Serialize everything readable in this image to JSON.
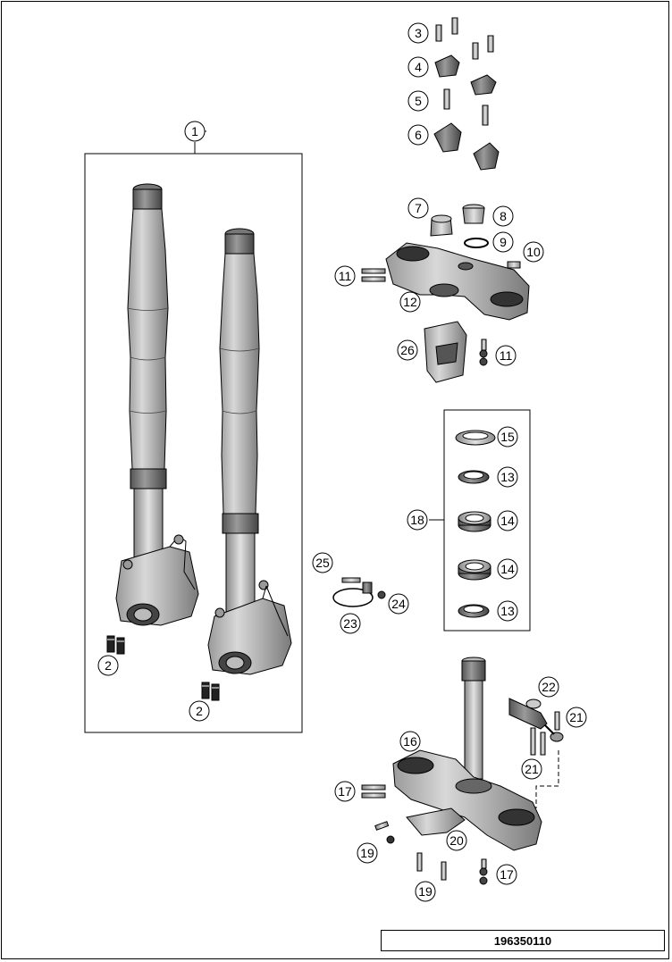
{
  "drawing": {
    "number": "196350110"
  },
  "callouts": [
    {
      "id": "c1",
      "label": "1"
    },
    {
      "id": "c2a",
      "label": "2"
    },
    {
      "id": "c2b",
      "label": "2"
    },
    {
      "id": "c3",
      "label": "3"
    },
    {
      "id": "c4",
      "label": "4"
    },
    {
      "id": "c5",
      "label": "5"
    },
    {
      "id": "c6",
      "label": "6"
    },
    {
      "id": "c7",
      "label": "7"
    },
    {
      "id": "c8",
      "label": "8"
    },
    {
      "id": "c9",
      "label": "9"
    },
    {
      "id": "c10",
      "label": "10"
    },
    {
      "id": "c11a",
      "label": "11"
    },
    {
      "id": "c11b",
      "label": "11"
    },
    {
      "id": "c12",
      "label": "12"
    },
    {
      "id": "c13a",
      "label": "13"
    },
    {
      "id": "c13b",
      "label": "13"
    },
    {
      "id": "c14a",
      "label": "14"
    },
    {
      "id": "c14b",
      "label": "14"
    },
    {
      "id": "c15",
      "label": "15"
    },
    {
      "id": "c16",
      "label": "16"
    },
    {
      "id": "c17a",
      "label": "17"
    },
    {
      "id": "c17b",
      "label": "17"
    },
    {
      "id": "c18",
      "label": "18"
    },
    {
      "id": "c19a",
      "label": "19"
    },
    {
      "id": "c19b",
      "label": "19"
    },
    {
      "id": "c20",
      "label": "20"
    },
    {
      "id": "c21a",
      "label": "21"
    },
    {
      "id": "c21b",
      "label": "21"
    },
    {
      "id": "c22",
      "label": "22"
    },
    {
      "id": "c23",
      "label": "23"
    },
    {
      "id": "c24",
      "label": "24"
    },
    {
      "id": "c25",
      "label": "25"
    },
    {
      "id": "c26",
      "label": "26"
    }
  ]
}
